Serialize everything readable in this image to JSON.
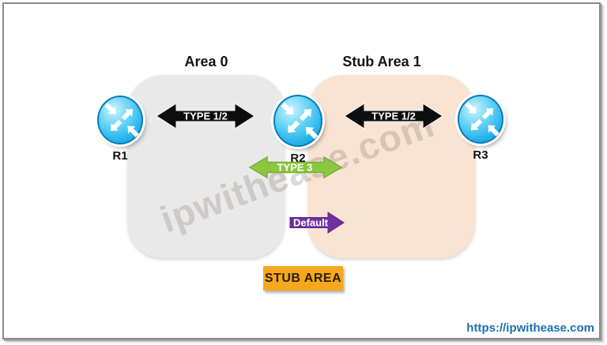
{
  "diagram": {
    "areas": [
      {
        "id": "area0",
        "label": "Area 0"
      },
      {
        "id": "stub_area1",
        "label": "Stub Area 1"
      }
    ],
    "routers": [
      {
        "label": "R1"
      },
      {
        "label": "R2"
      },
      {
        "label": "R3"
      }
    ],
    "links": [
      {
        "id": "type12-r1-r2",
        "label": "TYPE 1/2",
        "style": "double-arrow-black"
      },
      {
        "id": "type12-r2-r3",
        "label": "TYPE 1/2",
        "style": "double-arrow-black"
      },
      {
        "id": "type3-r2",
        "label": "TYPE 3",
        "style": "double-arrow-green"
      },
      {
        "id": "default-route",
        "label": "Default",
        "style": "right-arrow-purple"
      }
    ],
    "stub_area_badge": "STUB AREA"
  },
  "watermark": "ipwithease.com",
  "footer": {
    "url": "https://ipwithease.com"
  },
  "colors": {
    "canvas_bg": "#ffffff",
    "frame": "#8a8a8a",
    "area0_fill": "#e9e9e9",
    "stub_area1_fill": "#f9e3d3",
    "link_type12": "#0d0d0d",
    "link_type3": "#8dc63f",
    "link_type3_stroke": "#79af3a",
    "link_default": "#7030a0",
    "badge_bg": "#f5a81c",
    "badge_text": "#2a1c00",
    "router_blue": "#2fb9ee",
    "url_text": "#1d6fb5",
    "watermark_text": "#8a8078"
  }
}
